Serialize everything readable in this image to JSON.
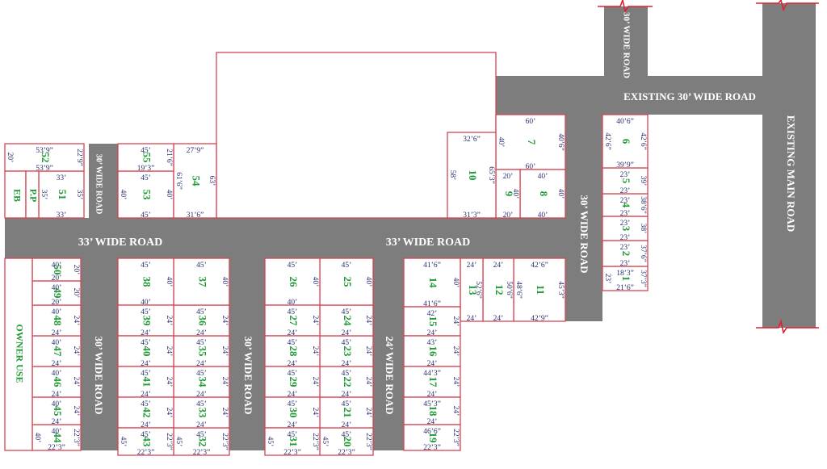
{
  "roads": {
    "existing_main": "EXISTING MAIN ROAD",
    "existing_30": "EXISTING 30’ WIDE ROAD",
    "top_30": "30’ WIDE ROAD",
    "left_top_30": "30’ WIDE ROAD",
    "right_30": "30’ WIDE ROAD",
    "main_33_left": "33’ WIDE ROAD",
    "main_33_right": "33’ WIDE ROAD",
    "bottom_30_a": "30’ WIDE ROAD",
    "bottom_30_b": "30’ WIDE ROAD",
    "bottom_24": "24’ WIDE ROAD"
  },
  "areas": {
    "owner_use": "OWNER USE",
    "eb": "EB",
    "pp": "P.P"
  },
  "plots": [
    {
      "n": "1",
      "d": [
        "18’3”",
        "37’3”",
        "21’6”",
        "23’"
      ]
    },
    {
      "n": "2",
      "d": [
        "23’",
        "37’6”",
        "23’"
      ]
    },
    {
      "n": "3",
      "d": [
        "23’",
        "38’",
        "23’"
      ]
    },
    {
      "n": "4",
      "d": [
        "23’",
        "38’6”",
        "23’"
      ]
    },
    {
      "n": "5",
      "d": [
        "23’",
        "39’",
        "23’"
      ]
    },
    {
      "n": "6",
      "d": [
        "40’6”",
        "42’6”",
        "39’9”",
        "42’6”"
      ]
    },
    {
      "n": "7",
      "d": [
        "60’",
        "40’6”",
        "60’",
        "40’"
      ]
    },
    {
      "n": "8",
      "d": [
        "40’",
        "40’",
        "40’"
      ]
    },
    {
      "n": "9",
      "d": [
        "20’",
        "40’",
        "20’"
      ]
    },
    {
      "n": "10",
      "d": [
        "32’6”",
        "65’3”",
        "31’3”",
        "58’"
      ]
    },
    {
      "n": "11",
      "d": [
        "42’6”",
        "45’3”",
        "42’9”",
        "48’6”"
      ]
    },
    {
      "n": "12",
      "d": [
        "24’",
        "50’6”",
        "24’"
      ]
    },
    {
      "n": "13",
      "d": [
        "24’",
        "52’6”",
        "24’"
      ]
    },
    {
      "n": "14",
      "d": [
        "41’6”",
        "40’",
        "41’6”"
      ]
    },
    {
      "n": "15",
      "d": [
        "42’",
        "24’",
        "24’"
      ]
    },
    {
      "n": "16",
      "d": [
        "43’",
        "24’",
        "24’"
      ]
    },
    {
      "n": "17",
      "d": [
        "44’3”",
        "24’",
        "24’"
      ]
    },
    {
      "n": "18",
      "d": [
        "45’3”",
        "24’",
        "24’"
      ]
    },
    {
      "n": "19",
      "d": [
        "46’6”",
        "22’3”",
        "22’3”"
      ]
    },
    {
      "n": "20",
      "d": [
        "45’",
        "22’3”",
        "22’3”",
        "45’"
      ]
    },
    {
      "n": "21",
      "d": [
        "45’",
        "24’",
        "24’"
      ]
    },
    {
      "n": "22",
      "d": [
        "45’",
        "24’",
        "24’"
      ]
    },
    {
      "n": "23",
      "d": [
        "45’",
        "24’",
        "24’"
      ]
    },
    {
      "n": "24",
      "d": [
        "45’",
        "24’",
        "24’"
      ]
    },
    {
      "n": "25",
      "d": [
        "45’",
        "40’"
      ]
    },
    {
      "n": "26",
      "d": [
        "45’",
        "40’",
        "40’"
      ]
    },
    {
      "n": "27",
      "d": [
        "45’",
        "24’",
        "24’"
      ]
    },
    {
      "n": "28",
      "d": [
        "45’",
        "24’",
        "24’"
      ]
    },
    {
      "n": "29",
      "d": [
        "45’",
        "24’",
        "24’"
      ]
    },
    {
      "n": "30",
      "d": [
        "45’",
        "24’",
        "24’"
      ]
    },
    {
      "n": "31",
      "d": [
        "45’",
        "22’3”",
        "22’3”",
        "45’"
      ]
    },
    {
      "n": "32",
      "d": [
        "45’",
        "22’3”",
        "22’3”",
        "45’"
      ]
    },
    {
      "n": "33",
      "d": [
        "45’",
        "24’",
        "24’"
      ]
    },
    {
      "n": "34",
      "d": [
        "45’",
        "24’",
        "24’"
      ]
    },
    {
      "n": "35",
      "d": [
        "45’",
        "24’",
        "24’"
      ]
    },
    {
      "n": "36",
      "d": [
        "45’",
        "24’",
        "24’"
      ]
    },
    {
      "n": "37",
      "d": [
        "45’",
        "40’"
      ]
    },
    {
      "n": "38",
      "d": [
        "45’",
        "40’",
        "40’"
      ]
    },
    {
      "n": "39",
      "d": [
        "45’",
        "24’",
        "24’"
      ]
    },
    {
      "n": "40",
      "d": [
        "45’",
        "24’",
        "24’"
      ]
    },
    {
      "n": "41",
      "d": [
        "45’",
        "24’",
        "24’"
      ]
    },
    {
      "n": "42",
      "d": [
        "45’",
        "24’",
        "24’"
      ]
    },
    {
      "n": "43",
      "d": [
        "45’",
        "22’3”",
        "22’3”",
        "45’"
      ]
    },
    {
      "n": "44",
      "d": [
        "40’",
        "22’3”",
        "22’3”",
        "40’"
      ]
    },
    {
      "n": "45",
      "d": [
        "40’",
        "24’",
        "24’"
      ]
    },
    {
      "n": "46",
      "d": [
        "40’",
        "24’",
        "24’"
      ]
    },
    {
      "n": "47",
      "d": [
        "40’",
        "24’",
        "24’"
      ]
    },
    {
      "n": "48",
      "d": [
        "40’",
        "24’",
        "24’"
      ]
    },
    {
      "n": "49",
      "d": [
        "40’",
        "20’",
        "20’"
      ]
    },
    {
      "n": "50",
      "d": [
        "40’",
        "20’",
        "20’"
      ]
    },
    {
      "n": "51",
      "d": [
        "33’",
        "35’",
        "33’",
        "35’"
      ]
    },
    {
      "n": "52",
      "d": [
        "53’9”",
        "22’9”",
        "53’9”",
        "20’"
      ]
    },
    {
      "n": "53",
      "d": [
        "45’",
        "40’",
        "45’",
        "40’"
      ]
    },
    {
      "n": "54",
      "d": [
        "27’9”",
        "63’",
        "31’6”",
        "61’6”"
      ]
    },
    {
      "n": "55",
      "d": [
        "45’",
        "21’6”",
        "19’3”"
      ]
    }
  ]
}
